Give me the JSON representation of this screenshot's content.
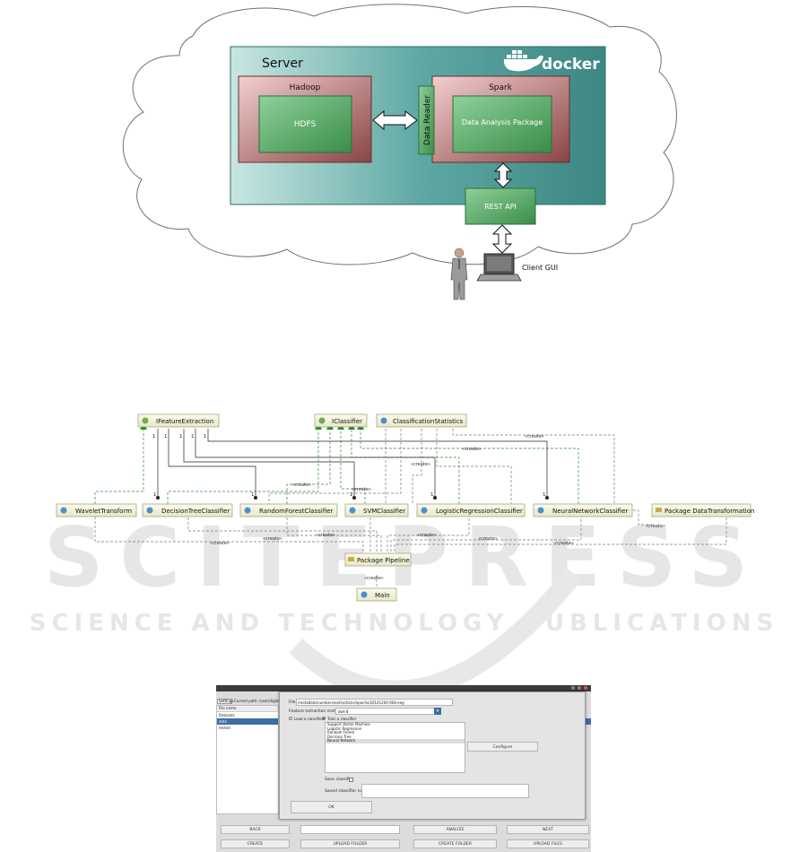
{
  "architecture": {
    "server_label": "Server",
    "docker_label": "docker",
    "hadoop_label": "Hadoop",
    "hdfs_label": "HDFS",
    "data_reader_label": "Data Reader",
    "spark_label": "Spark",
    "package_label": "Data Analysis Package",
    "rest_api_label": "REST API",
    "client_gui_label": "Client GUI"
  },
  "uml": {
    "classes": {
      "ifeature": "IFeatureExtraction",
      "iclassifier": "IClassifier",
      "stats": "ClassificationStatistics",
      "wavelet": "WaveletTransform",
      "dtree": "DecisionTreeClassifier",
      "rforest": "RandomForestClassifier",
      "svm": "SVMClassifier",
      "logreg": "LogisticRegressionClassifier",
      "nn": "NeuralNetworkClassifier",
      "pkg_transform": "Package DataTransformation",
      "pkg_pipeline": "Package Pipeline",
      "main": "Main"
    },
    "create_label": "«create»",
    "multiplicity": "1"
  },
  "watermark": {
    "line1": "SCITEPRESS",
    "line2": "SCIENCE AND TECHNOLOGY PUBLICATIONS"
  },
  "gui": {
    "menu_settings": "Settings",
    "current_path": "Current path: /user/digits",
    "file_name_header": "File name",
    "files": [
      "Datasets",
      "data",
      "tested"
    ],
    "file_label": "File",
    "file_value": "/metadata/numbers/extractions/epochs/20141204-008.eeg",
    "feature_label": "Feature extraction method",
    "feature_value": "dwt-8",
    "radio_load": "Load a classifier",
    "radio_train": "Train a classifier",
    "classifiers": [
      "Support Vector Machine",
      "Logistic Regression",
      "Random Forest",
      "Decision Tree",
      "Neural Network"
    ],
    "selected_classifier": "Neural Network",
    "configure_button": "Configure",
    "save_label": "Save classifier",
    "saved_name_label": "Saved classifier name",
    "ok_button": "OK",
    "back_button": "BACK",
    "analyze_button": "ANALYZE",
    "next_button": "NEXT",
    "create_button": "CREATE",
    "upload_folder_button": "UPLOAD FOLDER",
    "create_folder_button": "CREATE FOLDER",
    "upload_files_button": "UPLOAD FILES"
  }
}
